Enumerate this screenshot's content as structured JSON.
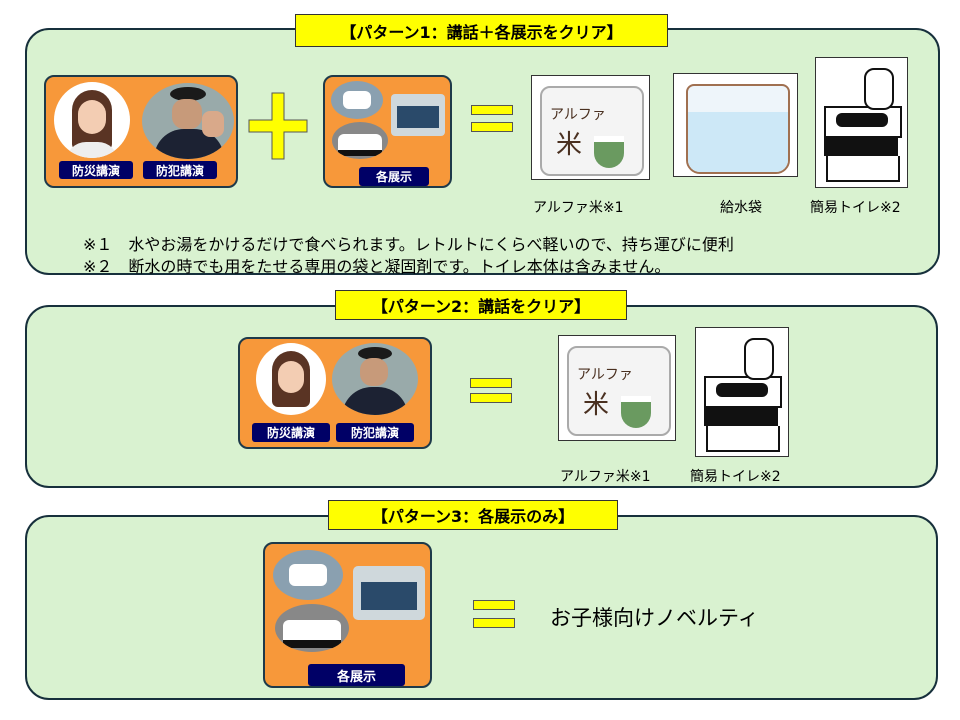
{
  "pattern1": {
    "title": "【パターン1：講話＋各展示をクリア】",
    "lecture_labels": [
      "防災講演",
      "防犯講演"
    ],
    "exhibit_label": "各展示",
    "items": [
      "アルファ米※1",
      "給水袋",
      "簡易トイレ※2"
    ],
    "notes": [
      "※１　水やお湯をかけるだけで食べられます。レトルトにくらべ軽いので、持ち運びに便利",
      "※２　断水の時でも用をたせる専用の袋と凝固剤です。トイレ本体は含みません。"
    ]
  },
  "pattern2": {
    "title": "【パターン2：講話をクリア】",
    "lecture_labels": [
      "防災講演",
      "防犯講演"
    ],
    "items": [
      "アルファ米※1",
      "簡易トイレ※2"
    ]
  },
  "pattern3": {
    "title": "【パターン3：各展示のみ】",
    "exhibit_label": "各展示",
    "reward": "お子様向けノベルティ"
  },
  "colors": {
    "panel": "#d9f2d0",
    "box": "#f7983a",
    "label": "#000066",
    "title": "#ffff00"
  },
  "rice_bag_text": {
    "line1": "アルファ",
    "line2": "米"
  }
}
